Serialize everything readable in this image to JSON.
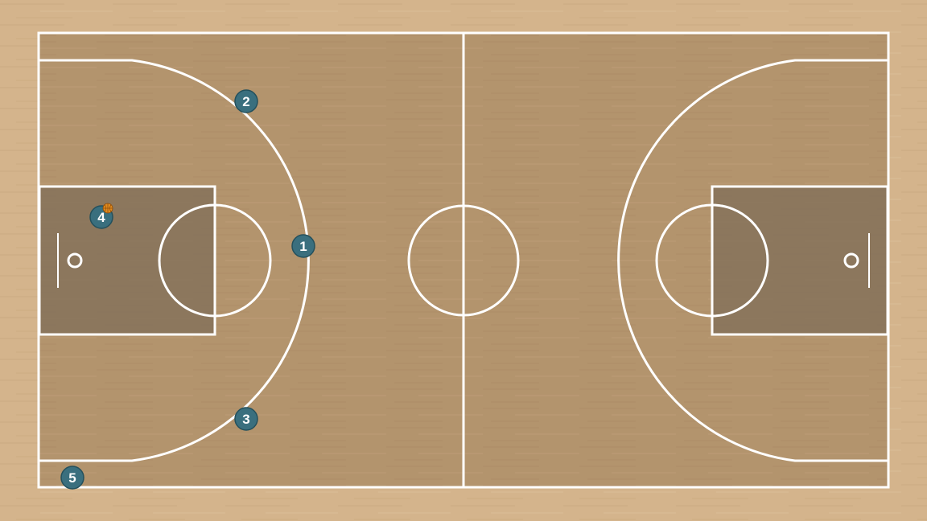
{
  "colors": {
    "outer_wood": "#d4b48c",
    "court_wood": "#b3946d",
    "paint": "#85725a",
    "lines": "#ffffff",
    "player_fill": "#3a6f7e",
    "player_stroke": "#24505c",
    "ball": "#e08a1e"
  },
  "court": {
    "type": "full-court",
    "features": [
      "half-court-line",
      "center-circle",
      "three-point-arcs",
      "keys",
      "free-throw-circles",
      "hoops",
      "backboards"
    ]
  },
  "players": [
    {
      "label": "1",
      "icon": "player-marker",
      "has_ball": false
    },
    {
      "label": "2",
      "icon": "player-marker",
      "has_ball": false
    },
    {
      "label": "3",
      "icon": "player-marker",
      "has_ball": false
    },
    {
      "label": "4",
      "icon": "player-marker",
      "has_ball": true
    },
    {
      "label": "5",
      "icon": "player-marker",
      "has_ball": false
    }
  ],
  "ball": {
    "icon": "basketball-icon",
    "holder": "4"
  }
}
